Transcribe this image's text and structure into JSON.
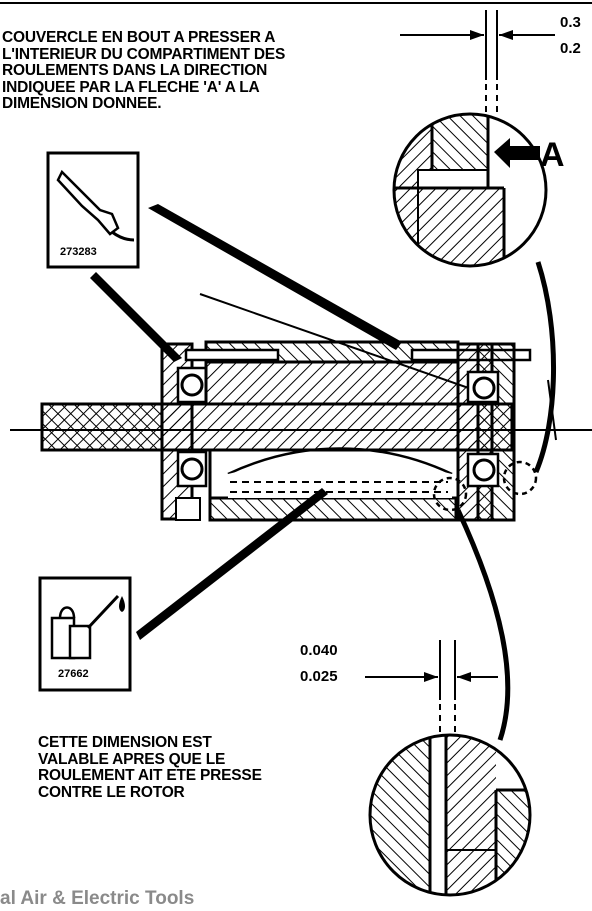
{
  "top_note": {
    "lines": [
      "COUVERCLE EN BOUT A PRESSER A",
      "L'INTERIEUR DU COMPARTIMENT DES",
      "ROULEMENTS DANS LA DIRECTION",
      "INDIQUEE PAR LA FLECHE 'A' A LA",
      "DIMENSION DONNEE."
    ]
  },
  "top_dimension": {
    "upper": "0.3",
    "lower": "0.2"
  },
  "arrow_label": "A",
  "tool_grease": {
    "code": "273283",
    "icon": "grease-gun-icon"
  },
  "tool_oil": {
    "code": "27662",
    "icon": "oil-can-icon"
  },
  "bottom_dimension": {
    "upper": "0.040",
    "lower": "0.025"
  },
  "bottom_note": {
    "lines": [
      "CETTE DIMENSION EST",
      "VALABLE APRES QUE LE",
      "ROULEMENT AIT ETE PRESSE",
      "CONTRE LE ROTOR"
    ]
  },
  "footer": "al Air & Electric Tools",
  "colors": {
    "ink": "#000000",
    "footer": "#8a8a8a",
    "background": "#ffffff"
  }
}
